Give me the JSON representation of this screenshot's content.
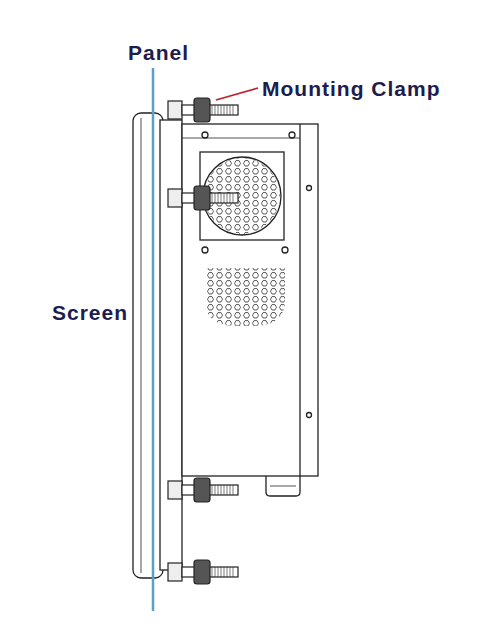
{
  "diagram": {
    "labels": [
      "Panel",
      "Mounting Clamp",
      "Screen"
    ]
  }
}
